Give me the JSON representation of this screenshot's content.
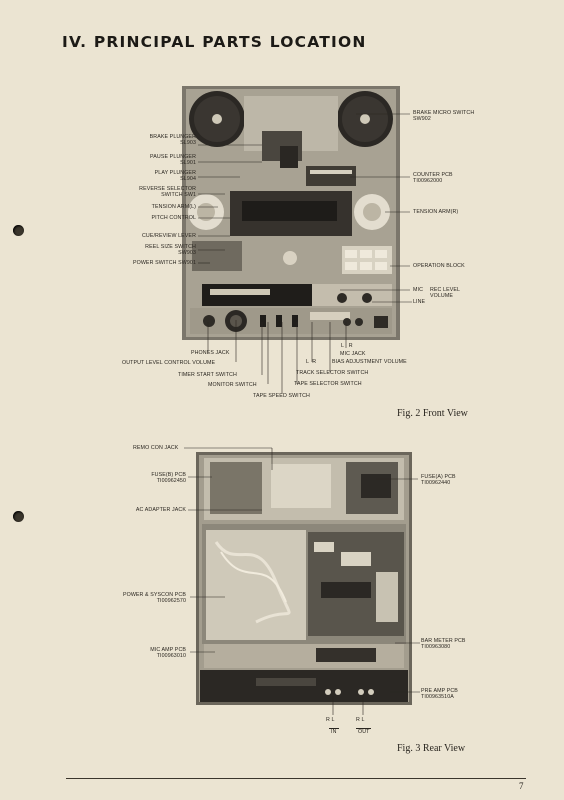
{
  "title": "IV.  PRINCIPAL PARTS LOCATION",
  "front": {
    "caption": "Fig. 2  Front View",
    "labels": {
      "brake_plunger": "BRAKE PLUNGER",
      "brake_plunger_id": "SL903",
      "pause_plunger": "PAUSE PLUNGER",
      "pause_plunger_id": "SL901",
      "play_plunger": "PLAY PLUNGER",
      "play_plunger_id": "SL904",
      "reverse_selector": "REVERSE SELECTOR",
      "reverse_selector_id": "SWITCH SW1",
      "tension_arm_l": "TENSION ARM(L)",
      "pitch_control": "PITCH CONTROL",
      "cue_review": "CUE/REVIEW LEVER",
      "reel_size": "REEL SIZE SWITCH",
      "reel_size_id": "SW903",
      "power_switch": "POWER SWITCH SW901",
      "brake_micro": "BRAKE MICRO SWITCH",
      "brake_micro_id": "SW902",
      "counter_pcb": "COUNTER PCB",
      "counter_pcb_id": "TI00962000",
      "tension_arm_r": "TENSION ARM(R)",
      "operation_block": "OPERATION BLOCK",
      "mic": "MIC",
      "line": "LINE",
      "rec_level": "REC LEVEL",
      "volume": "VOLUME",
      "phones_jack": "PHONES JACK",
      "output_level": "OUTPUT LEVEL CONTROL VOLUME",
      "timer_start": "TIMER START SWITCH",
      "monitor_switch": "MONITOR SWITCH",
      "tape_speed": "TAPE SPEED SWITCH",
      "mic_jack": "MIC JACK",
      "bias_adj": "BIAS ADJUSTMENT VOLUME",
      "track_selector": "TRACK SELECTOR SWITCH",
      "tape_selector": "TAPE SELECTOR SWITCH",
      "l": "L",
      "r": "R"
    }
  },
  "rear": {
    "caption": "Fig. 3  Rear View",
    "labels": {
      "remo_con": "REMO CON JACK",
      "fuse_b": "FUSE(B) PCB",
      "fuse_b_id": "TI00962450",
      "ac_adapter": "AC ADAPTER JACK",
      "fuse_a": "FUSE(A) PCB",
      "fuse_a_id": "TI00962440",
      "power_syscon": "POWER & SYSCON PCB",
      "power_syscon_id": "TI00962570",
      "mic_amp": "MIC AMP PCB",
      "mic_amp_id": "TI00963010",
      "bar_meter": "BAR METER PCB",
      "bar_meter_id": "TI00963080",
      "pre_amp": "PRE AMP PCB",
      "pre_amp_id": "TI00963510A",
      "in_rl": "R  L",
      "in": "IN",
      "out_rl": "R  L",
      "out": "OUT"
    }
  },
  "page_number": "7"
}
